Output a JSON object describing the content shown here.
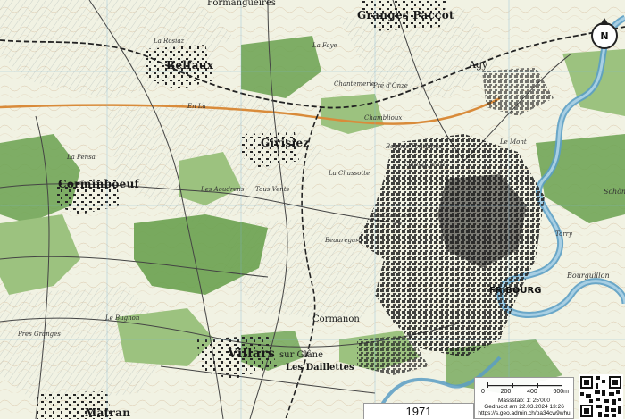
{
  "map": {
    "colors": {
      "forest": "#6aa14f",
      "forest_light": "#9cc27f",
      "meadow": "#f1f2e3",
      "water": "#5b9ec4",
      "water_fill": "#a8cfe3",
      "built": "#222222",
      "road": "#444444",
      "contour": "#c8a27a"
    },
    "places": {
      "belfaux": "Belfaux",
      "granges_paccot": "Granges Paccot",
      "formangueires": "Formangueires",
      "givisiez": "Givisiez",
      "corminboeuf": "Corminboeuf",
      "villars": "Villars",
      "sur_glane": "sur Glâne",
      "matran": "Matran",
      "fribourg": "FRIBOURG",
      "les_dailettes": "Les Daillettes",
      "agy": "Agy",
      "cormanon": "Cormanon",
      "tous_vents": "Tous Vents",
      "les_aoudrens": "Les Aoudrens",
      "la_chassotte": "La Chassotte",
      "chamblioux": "Chamblioux",
      "le_guintzet": "Le Guintzet",
      "beauregard": "Beauregard",
      "pres_donze": "Pré d'Onze",
      "bourguillon": "Bourguillon",
      "schoenberg": "Schönb",
      "torry": "Torry",
      "la_faye": "La Faye",
      "bonnes_fontaines": "Bonnes Fontaines",
      "le_mont": "Le Mont",
      "chantemerle": "Chantemerle",
      "la_rosiaz": "La Rosiaz",
      "la_pensa": "La Pensa",
      "champ_fleuri": "Champ fleuri",
      "le_bugnon": "Le Bugnon",
      "pres_granges": "Près Granges",
      "en_la": "En La"
    },
    "north": "N",
    "year": "1971",
    "scale": {
      "ticks": [
        "0",
        "200",
        "400",
        "600m"
      ],
      "line1": "Massstab: 1: 25'000",
      "line2": "Gedruckt am 22.03.2024 13:26",
      "line3": "https://s.geo.admin.ch/pa34cw9whu"
    }
  }
}
